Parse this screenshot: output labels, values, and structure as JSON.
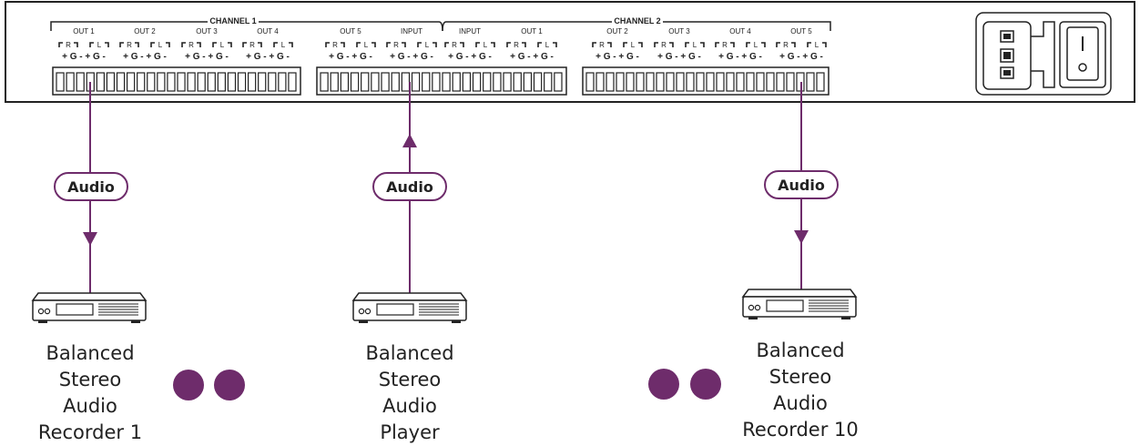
{
  "device": {
    "channel1_title": "CHANNEL 1",
    "channel2_title": "CHANNEL 2",
    "channel1_ports": [
      "OUT 1",
      "OUT 2",
      "OUT 3",
      "OUT 4",
      "OUT 5",
      "INPUT"
    ],
    "channel2_ports": [
      "INPUT",
      "OUT 1",
      "OUT 2",
      "OUT 3",
      "OUT 4",
      "OUT 5"
    ],
    "pin_channels": "R L",
    "pin_labels": "+ G - + G -"
  },
  "connections": [
    {
      "label": "Audio",
      "direction": "down"
    },
    {
      "label": "Audio",
      "direction": "up"
    },
    {
      "label": "Audio",
      "direction": "down"
    }
  ],
  "devices": [
    {
      "lines": [
        "Balanced",
        "Stereo",
        "Audio",
        "Recorder 1"
      ]
    },
    {
      "lines": [
        "Balanced",
        "Stereo",
        "Audio",
        "Player"
      ]
    },
    {
      "lines": [
        "Balanced",
        "Stereo",
        "Audio",
        "Recorder 10"
      ]
    }
  ],
  "colors": {
    "accent": "#6e2c6b",
    "line": "#222222"
  },
  "icons": [
    "power-socket-icon",
    "power-switch-icon",
    "audio-device-icon",
    "ellipsis-dots-icon"
  ]
}
